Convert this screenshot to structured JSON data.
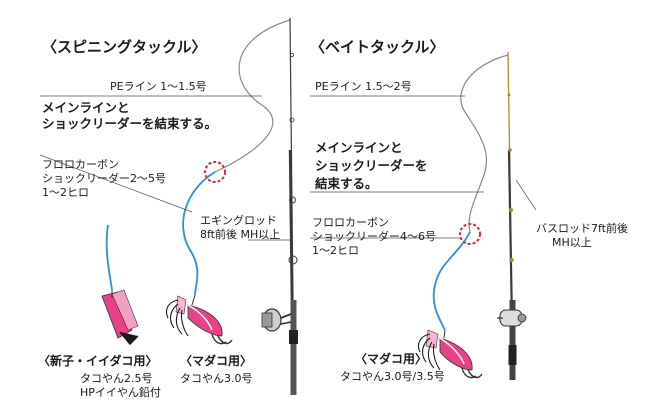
{
  "spinning": {
    "heading": "〈スピニングタックル〉",
    "pe_line": "PEライン 1〜1.5号",
    "knot_note": [
      "メインラインと",
      "ショックリーダーを結束する。"
    ],
    "leader": [
      "フロロカーボン",
      "ショックリーダー2〜5号",
      "1〜2ヒロ"
    ],
    "rod": [
      "エギングロッド",
      "8ft前後 MH以上"
    ],
    "lure_left_title": "〈新子・イイダコ用〉",
    "lure_left_spec": [
      "タコやん2.5号",
      "HPイイやん鉛付"
    ],
    "lure_right_title": "〈マダコ用〉",
    "lure_right_spec": "タコやん3.0号"
  },
  "bait": {
    "heading": "〈ベイトタックル〉",
    "pe_line": "PEライン 1.5〜2号",
    "knot_note": [
      "メインラインと",
      "ショックリーダーを",
      "結束する。"
    ],
    "leader": [
      "フロロカーボン",
      "ショックリーダー4〜6号",
      "1〜2ヒロ"
    ],
    "rod": [
      "バスロッド7ft前後",
      "MH以上"
    ],
    "lure_title": "〈マダコ用〉",
    "lure_spec": "タコやん3.0号/3.5号"
  },
  "colors": {
    "leader_line": "#2f8fd8",
    "main_line": "#888888",
    "knot_marker": "#d8283a",
    "lure_pink": "#e8418a",
    "rod_dark": "#3a3a3a",
    "rod_gold": "#b08a2e"
  }
}
